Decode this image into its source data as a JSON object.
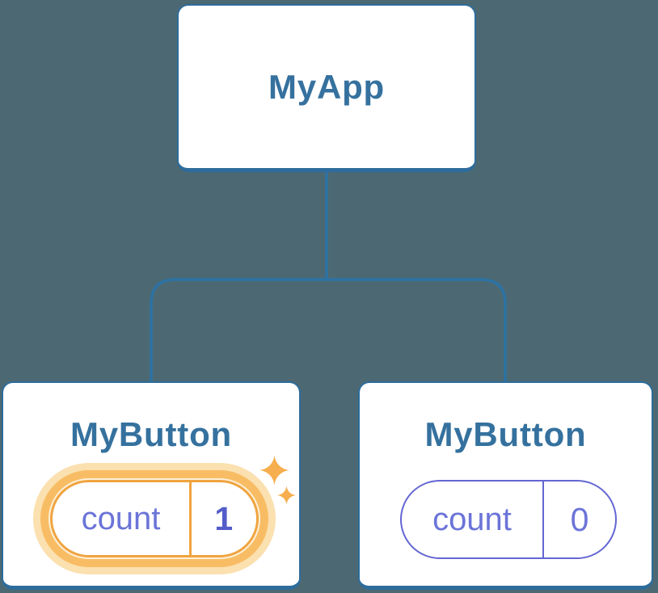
{
  "diagram_type": "react-component-state-tree",
  "tree": {
    "root": {
      "label": "MyApp"
    },
    "children": [
      {
        "label": "MyButton",
        "state": {
          "key": "count",
          "value": "1"
        },
        "highlighted": true,
        "sparkles": true
      },
      {
        "label": "MyButton",
        "state": {
          "key": "count",
          "value": "0"
        },
        "highlighted": false,
        "sparkles": false
      }
    ]
  },
  "icons": [
    {
      "name": "sparkle-icon-large"
    },
    {
      "name": "sparkle-icon-small"
    }
  ],
  "colors": {
    "bg": "#4c6973",
    "node-border": "#2d6c9c",
    "node-text": "#35719e",
    "line": "#2c72a4",
    "purple": "#6366d2",
    "purple-text": "#6b74d8",
    "purple-value": "#545dc8",
    "orange-border": "#f0a43f",
    "orange-ring": "#f8bd64",
    "orange-glow": "#fbe0b0",
    "orange-gap": "#fdf0d9",
    "sparkle": "#f6ae4e"
  }
}
